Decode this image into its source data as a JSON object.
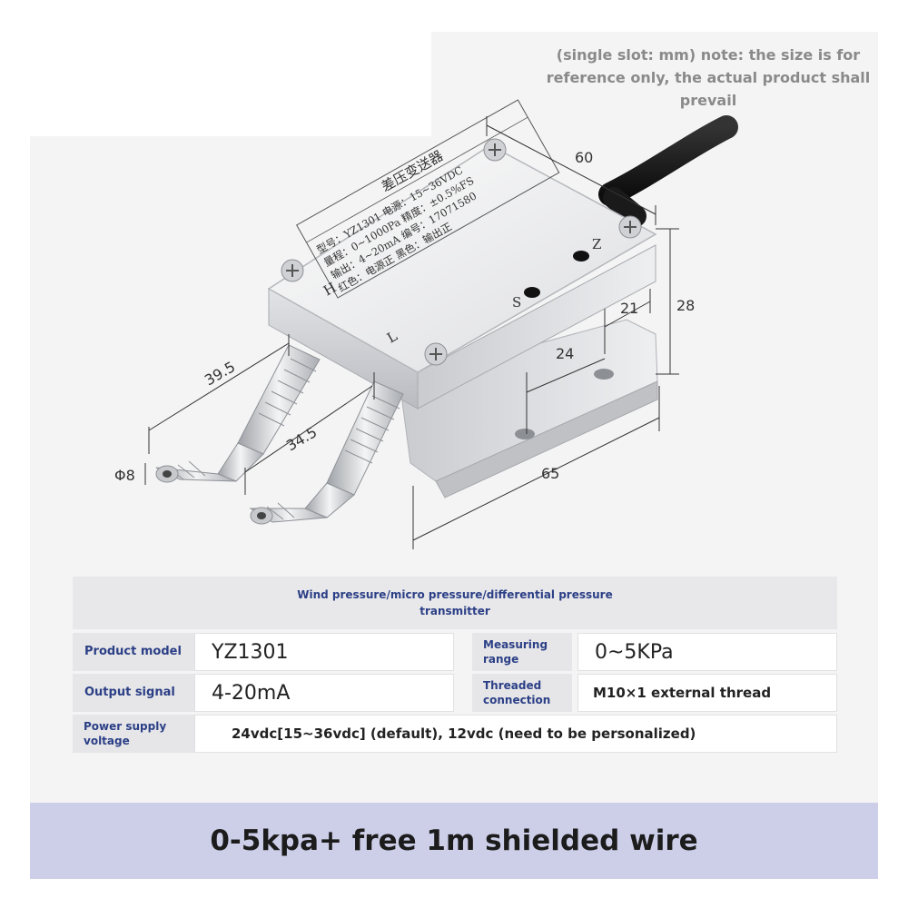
{
  "note": "(single slot: mm) note: the size is for reference only, the actual product shall prevail",
  "product_image": {
    "top_label": "差压变送器",
    "label_lines": [
      "型号：YZ1301  电源：15~36VDC",
      "量程：0~1000Pa  精度：±0.5%FS",
      "输出：4~20mA  编号：17071580",
      "红色：电源正  黑色：输出正"
    ],
    "marks": {
      "high": "H",
      "low": "L",
      "span": "S",
      "zero": "Z"
    }
  },
  "dimensions": {
    "width_top": "60",
    "height": "28",
    "hole_offset": "21",
    "hole_spacing": "24",
    "length": "65",
    "port1_length": "39.5",
    "port2_length": "34.5",
    "port_diameter": "Φ8"
  },
  "table": {
    "title": "Wind pressure/micro pressure/differential pressure transmitter",
    "rows": [
      {
        "label": "Product model",
        "value": "YZ1301",
        "label2": "Measuring range",
        "value2": "0~5KPa"
      },
      {
        "label": "Output signal",
        "value": "4-20mA",
        "label2": "Threaded connection",
        "value2": "M10×1 external thread"
      },
      {
        "label": "Power supply voltage",
        "value": "24vdc[15~36vdc] (default), 12vdc (need to be personalized)"
      }
    ]
  },
  "banner": "0-5kpa+ free 1m shielded wire"
}
